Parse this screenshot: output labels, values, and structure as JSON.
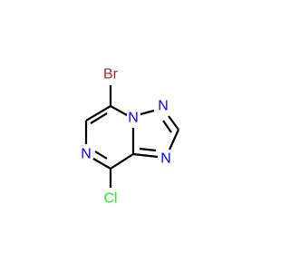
{
  "molecule": {
    "atoms": {
      "bromine": "Br",
      "chlorine": "Cl",
      "n_pyrazine": "N",
      "n_bridge": "N",
      "n_triazole_top": "N",
      "n_triazole_right": "N"
    }
  },
  "colors": {
    "bond": "#000000",
    "nitrogen": "#0000FF",
    "bromine": "#A62929",
    "chlorine": "#1FF01F"
  }
}
